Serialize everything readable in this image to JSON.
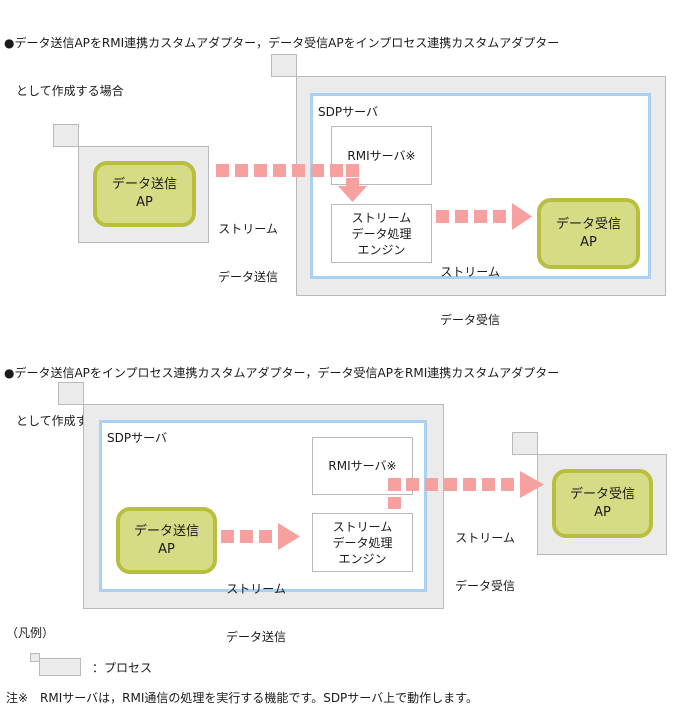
{
  "section1": {
    "title_line1": "●データ送信APをRMI連携カスタムアダプター，データ受信APをインプロセス連携カスタムアダプター",
    "title_line2": "　として作成する場合",
    "sdp_server": "SDPサーバ",
    "rmi_server": "RMIサーバ※",
    "engine": [
      "ストリーム",
      "データ処理",
      "エンジン"
    ],
    "send_ap": [
      "データ送信",
      "AP"
    ],
    "recv_ap": [
      "データ受信",
      "AP"
    ],
    "send_label": [
      "ストリーム",
      "データ送信"
    ],
    "recv_label": [
      "ストリーム",
      "データ受信"
    ]
  },
  "section2": {
    "title_line1": "●データ送信APをインプロセス連携カスタムアダプター，データ受信APをRMI連携カスタムアダプター",
    "title_line2": "　として作成する場合",
    "sdp_server": "SDPサーバ",
    "rmi_server": "RMIサーバ※",
    "engine": [
      "ストリーム",
      "データ処理",
      "エンジン"
    ],
    "send_ap": [
      "データ送信",
      "AP"
    ],
    "recv_ap": [
      "データ受信",
      "AP"
    ],
    "send_label": [
      "ストリーム",
      "データ送信"
    ],
    "recv_label": [
      "ストリーム",
      "データ受信"
    ]
  },
  "legend": {
    "title": "（凡例）",
    "process_label": "：プロセス"
  },
  "note": "注※　RMIサーバは，RMI通信の処理を実行する機能です。SDPサーバ上で動作します。",
  "colors": {
    "process_fill": "#ebebeb",
    "server_border": "#a9d2f2",
    "ap_fill": "#d6dc86",
    "ap_border": "#b8bf3e",
    "arrow": "#f7a0a0"
  }
}
